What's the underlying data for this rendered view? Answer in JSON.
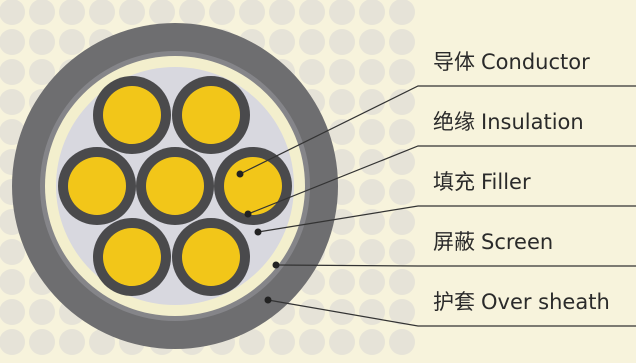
{
  "labels": [
    {
      "cn": "导体",
      "en": "Conductor"
    },
    {
      "cn": "绝缘",
      "en": "Insulation"
    },
    {
      "cn": "填充",
      "en": "Filler"
    },
    {
      "cn": "屏蔽",
      "en": "Screen"
    },
    {
      "cn": "护套",
      "en": "Over sheath"
    }
  ],
  "colors": {
    "background": "#f7f3dc",
    "dots": "#e6e3d8",
    "sheath": "#6e6e70",
    "screen_ring": "#f3efcd",
    "filler": "#d8d8df",
    "insulation": "#4a4a4c",
    "conductor": "#f2c619",
    "leader": "#333333"
  }
}
